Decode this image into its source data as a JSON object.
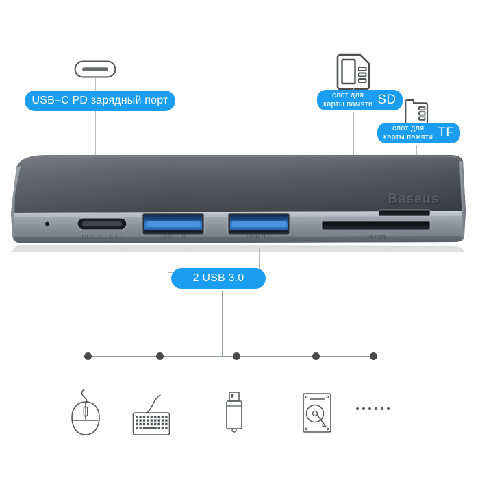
{
  "product": {
    "brand_logo": "Baseus",
    "device_name": "USB-C hub"
  },
  "callouts": {
    "usb_c_pd": {
      "label": "USB–C PD зарядный порт",
      "icon": "usb-c-connector-icon"
    },
    "usb_ports": {
      "label": "2 USB 3.0"
    },
    "sd_card": {
      "line1": "слот для",
      "line2": "карты памяти",
      "type": "SD",
      "icon": "sd-card-icon"
    },
    "tf_card": {
      "line1": "слот для",
      "line2": "карты памяти",
      "type": "TF",
      "icon": "tf-microsd-card-icon"
    }
  },
  "port_labels": {
    "usb_c": "USB-C ( PD )",
    "usb_a_left": "USB 3.0",
    "usb_a_right": "USB 3.0",
    "card_reader": "TF/SD"
  },
  "compatible_devices": [
    {
      "name": "mouse",
      "icon": "mouse-icon"
    },
    {
      "name": "keyboard",
      "icon": "keyboard-icon"
    },
    {
      "name": "usb-flash-drive",
      "icon": "usb-flash-drive-icon"
    },
    {
      "name": "hard-drive",
      "icon": "hard-drive-icon"
    },
    {
      "name": "more",
      "icon": "ellipsis-icon"
    }
  ],
  "colors": {
    "badge_blue": "#1b9df0",
    "badge_text": "#ffffff",
    "usb3_port_blue": "#2b7fd4",
    "body_top_gray": "#4a4d52",
    "body_front_silver": "#9fa4ab",
    "icon_outline": "#55565a",
    "leader_line": "#b9bdc2",
    "connector_dot": "#4a4a4d",
    "page_background": "#ffffff"
  }
}
